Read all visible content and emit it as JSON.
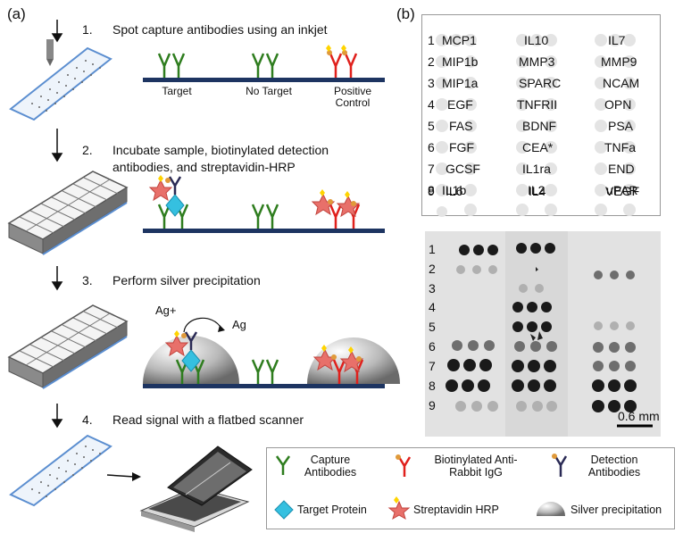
{
  "panel_a_label": "(a)",
  "panel_b_label": "(b)",
  "steps": [
    {
      "num": "1.",
      "text": "Spot capture antibodies using an inkjet"
    },
    {
      "num": "2.",
      "text": "Incubate sample, biotinylated detection",
      "text2": "antibodies, and streptavidin-HRP"
    },
    {
      "num": "3.",
      "text": "Perform silver precipitation"
    },
    {
      "num": "4.",
      "text": "Read signal with a flatbed scanner"
    }
  ],
  "step1_labels": [
    "Target",
    "No Target",
    "Positive",
    "Control"
  ],
  "ag_plus": "Ag+",
  "ag": "Ag",
  "grid_rows": [
    {
      "n": "1",
      "a": "MCP1",
      "b": "IL10",
      "c": "IL7"
    },
    {
      "n": "2",
      "a": "MIP1b",
      "b": "MMP3",
      "c": "MMP9"
    },
    {
      "n": "3",
      "a": "MIP1a",
      "b": "SPARC",
      "c": "NCAM"
    },
    {
      "n": "4",
      "a": "EGF",
      "b": "TNFRII",
      "c": "OPN"
    },
    {
      "n": "5",
      "a": "FAS",
      "b": "BDNF",
      "c": "PSA"
    },
    {
      "n": "6",
      "a": "FGF",
      "b": "CEA*",
      "c": "TNFa"
    },
    {
      "n": "7",
      "a": "GCSF",
      "b": "IL1ra",
      "c": "END"
    },
    {
      "n": "8",
      "a": "IL1b",
      "b": "IL2",
      "c": "uPAR"
    },
    {
      "n": "9",
      "a": "IL6",
      "b": "IL4",
      "c": "VEGF"
    }
  ],
  "scale_bar": "0.6 mm",
  "scan_row_labels": [
    "1",
    "2",
    "3",
    "4",
    "5",
    "6",
    "7",
    "8",
    "9"
  ],
  "legend": {
    "capture": [
      "Capture",
      "Antibodies"
    ],
    "biotin": [
      "Biotinylated Anti-",
      "Rabbit IgG"
    ],
    "detection": [
      "Detection",
      "Antibodies"
    ],
    "target": "Target Protein",
    "strep": "Streptavidin HRP",
    "silver": "Silver precipitation"
  },
  "colors": {
    "capture_green": "#2e7d1e",
    "biotin_red": "#e0201c",
    "detection_navy": "#2a2a55",
    "target_cyan": "#35c0e0",
    "strep_pink": "#e8706a",
    "biotin_yellow": "#ffd400",
    "substrate_navy": "#1d3461"
  }
}
